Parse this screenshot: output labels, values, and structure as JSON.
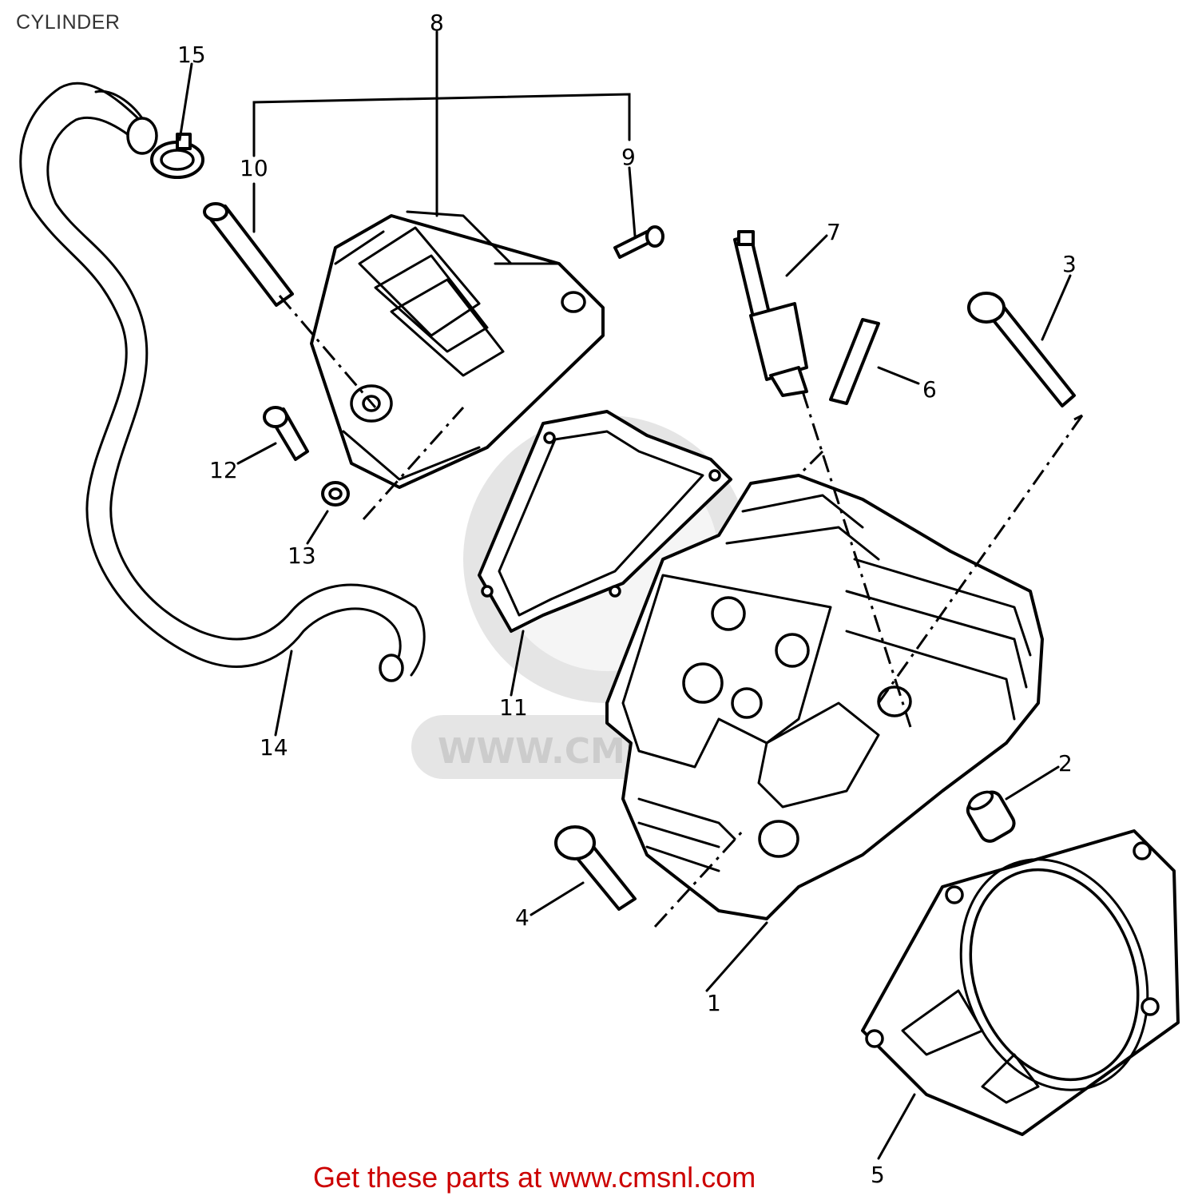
{
  "title": "CYLINDER",
  "footer": {
    "text": "Get these parts at www.cmsnl.com"
  },
  "watermark": {
    "text": "WWW.CMS"
  },
  "callouts": [
    "1",
    "2",
    "3",
    "4",
    "5",
    "6",
    "7",
    "8",
    "9",
    "10",
    "11",
    "12",
    "13",
    "14",
    "15"
  ],
  "colors": {
    "footer_link": "#cc0000",
    "title": "#333333",
    "line_art": "#000000",
    "watermark": "#c8c8c8"
  }
}
